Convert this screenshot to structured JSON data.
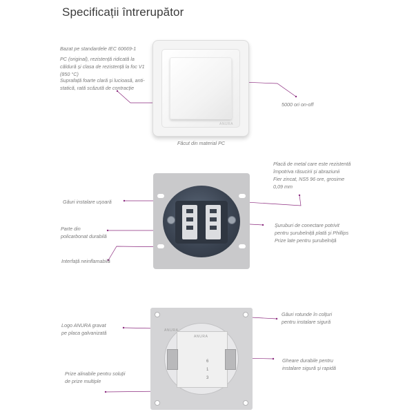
{
  "page": {
    "title": "Specificații întrerupător"
  },
  "colors": {
    "leader": "#8b2a7e",
    "text": "#7a7a7a"
  },
  "switch_section": {
    "standards": "Bazat pe standardele IEC 60669-1",
    "pc_lines": [
      "PC (original), rezistență ridicată la",
      "căldură și clasa de rezistență la foc V1",
      "(850 °C)"
    ],
    "surface_lines": [
      "Suprafață foarte clară și lucioasă, anti-",
      "statică, rată scăzută de contracție"
    ],
    "cycles": "5000 ori on-off",
    "caption": "Făcut din material PC",
    "brand": "ANURA"
  },
  "mechanism_section": {
    "metal_plate_lines": [
      "Placă de metal care este rezistentă",
      "împotriva răsucirii și abraziunii",
      "Fier zincat, NS5 96 ore, grosime",
      "0,09 mm"
    ],
    "install_holes": "Găuri instalare ușoară",
    "polycarbonate_lines": [
      "Parte din",
      "policarbonat durabilă"
    ],
    "screws_lines": [
      "Șuruburi de conectare potrivit",
      "pentru șurubelniță plată și Phillips",
      "Prize late pentru șurubelniță"
    ],
    "nonflammable": "Interfață neinflamabilă"
  },
  "back_section": {
    "round_holes_lines": [
      "Găuri rotunde în colțuri",
      "pentru instalare sigură"
    ],
    "logo_lines": [
      "Logo ANURA gravat",
      "pe placa galvanizată"
    ],
    "claws_lines": [
      "Gheare durabile pentru",
      "instalare sigură și rapidă"
    ],
    "adapt_lines": [
      "Prize alinabile pentru soluții",
      "de prize multiple"
    ],
    "logo_text": "ANURA",
    "terminal_numbers": [
      "6",
      "1",
      "3"
    ]
  }
}
